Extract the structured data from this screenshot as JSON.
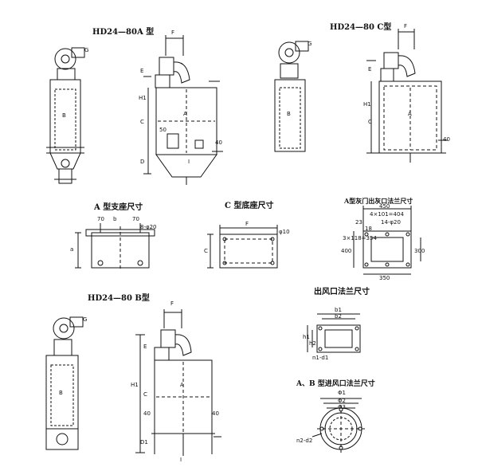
{
  "titles": {
    "hd_a": "HD24—80A 型",
    "hd_c": "HD24—80 C型",
    "hd_b": "HD24—80 B型"
  },
  "sections": {
    "a_support": "A 型支座尺寸",
    "c_base": "C 型底座尺寸",
    "a_ash_flange": "A型灰门出灰口法兰尺寸",
    "outlet_flange": "出风口法兰尺寸",
    "ab_inlet_flange": "A、B 型进风口法兰尺寸"
  },
  "dims": {
    "F": "F",
    "G": "G",
    "E": "E",
    "H1": "H1",
    "C": "C",
    "A": "A",
    "B": "B",
    "D": "D",
    "D1": "D1",
    "I": "I",
    "v40": "40",
    "v50": "50",
    "v70": "70",
    "v350": "350",
    "v400": "400",
    "v450": "450",
    "v300": "300",
    "v23": "23",
    "v18": "18",
    "phi10": "φ10",
    "hole_a": "8-φ20",
    "row1": "4×101=404",
    "row2": "14-φ20",
    "side": "3×118=354",
    "b_dim": "b",
    "a_dim": "a",
    "b1": "b1",
    "b2": "b2",
    "h1": "h1",
    "h2": "h2",
    "n_d": "n1-d1",
    "phi1": "Φ1",
    "phi2": "Φ2",
    "phi3": "Φ3",
    "n2d2": "n2-d2"
  },
  "colors": {
    "ink": "#111111",
    "paper": "#ffffff"
  }
}
